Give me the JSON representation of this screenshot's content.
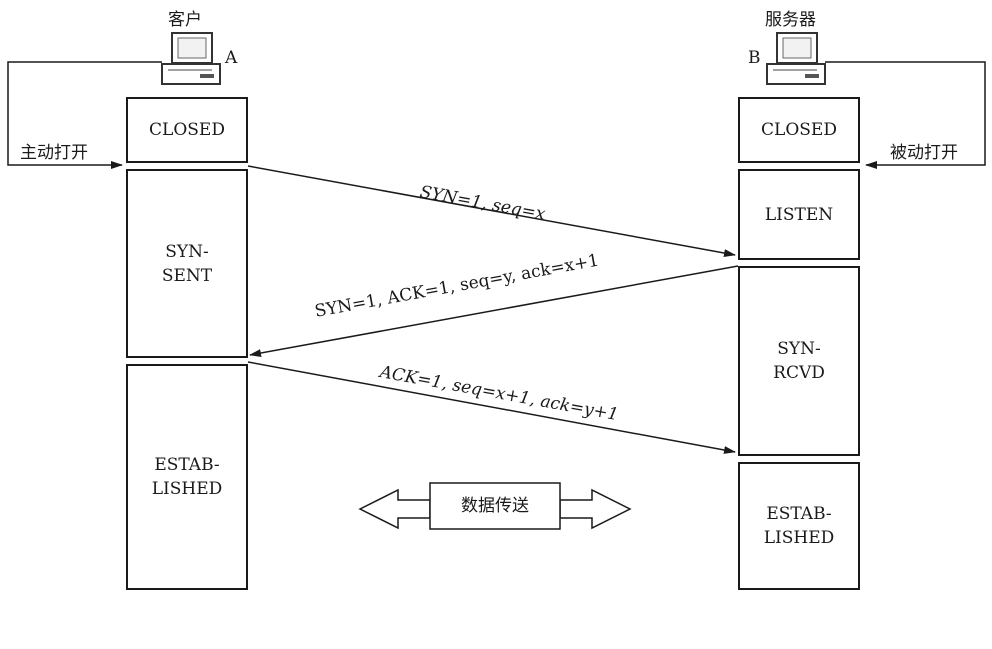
{
  "client": {
    "title": "客户",
    "host_label": "A",
    "open_label": "主动打开"
  },
  "server": {
    "title": "服务器",
    "host_label": "B",
    "open_label": "被动打开"
  },
  "client_states": [
    "CLOSED",
    "SYN-\nSENT",
    "ESTAB-\nLISHED"
  ],
  "server_states": [
    "CLOSED",
    "LISTEN",
    "SYN-\nRCVD",
    "ESTAB-\nLISHED"
  ],
  "messages": {
    "syn": "SYN=1, seq=x",
    "syn_ack": "SYN=1, ACK=1, seq=y, ack=x+1",
    "ack": "ACK=1, seq=x+1, ack=y+1"
  },
  "data_transfer": "数据传送"
}
